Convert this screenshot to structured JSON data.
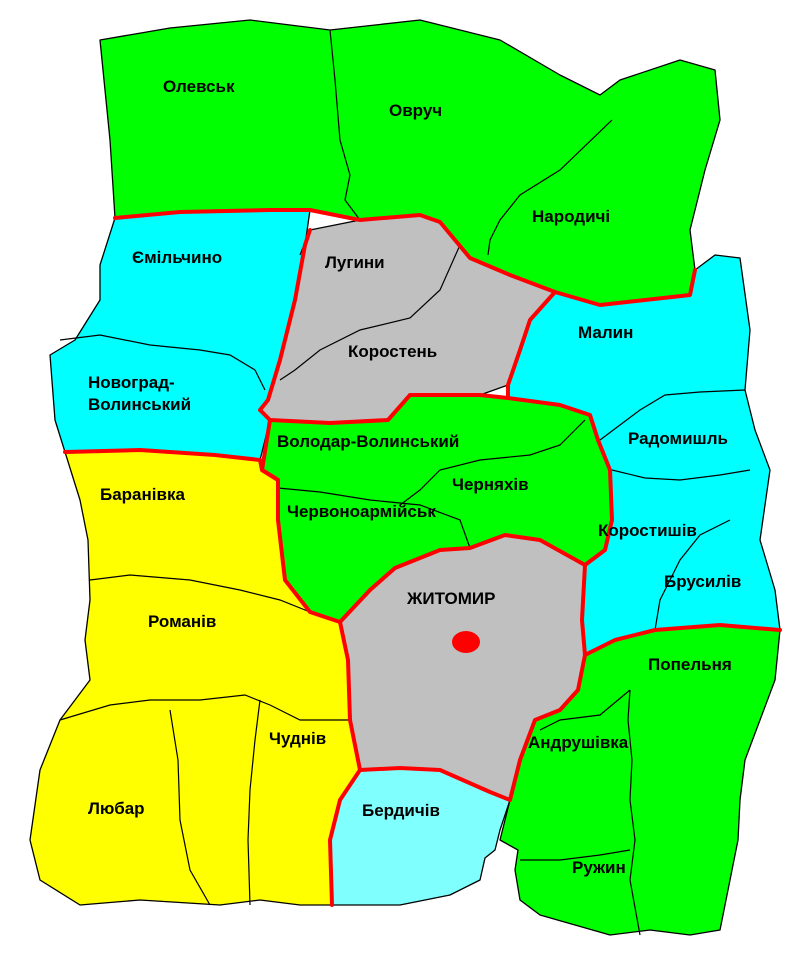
{
  "colors": {
    "green": "#00ff00",
    "cyan": "#00ffff",
    "yellow": "#ffff00",
    "gray": "#c0c0c0",
    "light_cyan": "#80ffff",
    "border_red": "#ff0000",
    "center_dot": "#ff0000"
  },
  "districts": {
    "olevsk": "Олевськ",
    "ovruch": "Овруч",
    "narodychi": "Народичі",
    "emilchyno": "Ємільчино",
    "luhyny": "Лугини",
    "korosten": "Коростень",
    "malyn": "Малин",
    "novohrad_line1": "Новоград-",
    "novohrad_line2": "Волинський",
    "volodar": "Володар-Волинський",
    "radomyshl": "Радомишль",
    "cherniakhiv": "Черняхів",
    "chervonoarmiisk": "Червоноармійськ",
    "baranivka": "Баранівка",
    "korostyshiv": "Коростишів",
    "brusyliv": "Брусилів",
    "zhytomyr": "ЖИТОМИР",
    "romaniv": "Романів",
    "popelnia": "Попельня",
    "chudniv": "Чуднів",
    "andrushivka": "Андрушівка",
    "liubar": "Любар",
    "berdychiv": "Бердичів",
    "ruzhyn": "Ружин"
  },
  "city_marker": "center-dot"
}
